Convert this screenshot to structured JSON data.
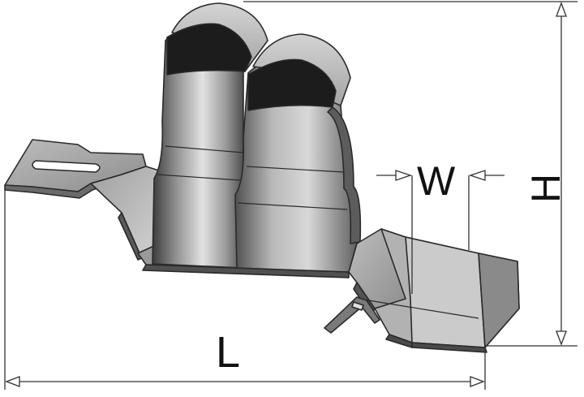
{
  "labels": {
    "length": "L",
    "width": "W",
    "height": "H"
  },
  "colors": {
    "background": "#ffffff",
    "metal_light": "#cfcfcf",
    "metal_mid": "#9a9a9a",
    "metal_dark": "#4a4a4a",
    "metal_black": "#1c1c1c",
    "outline": "#2a2a2a",
    "dimension_line": "#333333"
  }
}
